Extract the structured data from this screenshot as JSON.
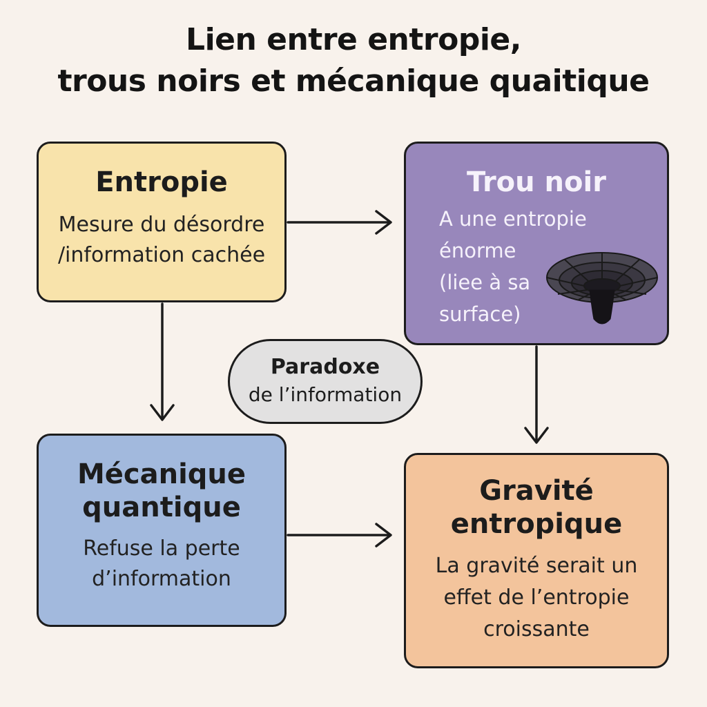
{
  "title": {
    "line1": "Lien entre entropie,",
    "line2": "trous noirs et mécanique quaitique"
  },
  "nodes": {
    "entropie": {
      "heading": "Entropie",
      "desc_line1": "Mesure du désordre",
      "desc_line2": "/information cachée",
      "color": "#f8e3ab"
    },
    "trou_noir": {
      "heading": "Trou noir",
      "desc_line1": "A une entropie",
      "desc_line2": "énorme",
      "desc_line3": "(liee à sa",
      "desc_line4": "surface)",
      "color": "#9887bb",
      "icon": "black-hole-icon"
    },
    "mecanique_quantique": {
      "heading_line1": "Mécanique",
      "heading_line2": "quantique",
      "desc_line1": "Refuse la perte",
      "desc_line2": "d’information",
      "color": "#a2b9dd"
    },
    "gravite_entropique": {
      "heading_line1": "Gravité",
      "heading_line2": "entropique",
      "desc_line1": "La gravité serait un",
      "desc_line2": "effet de l’entropie",
      "desc_line3": "croissante",
      "color": "#f3c49c"
    },
    "paradoxe": {
      "heading": "Paradoxe",
      "desc": "de l’information",
      "color": "#e2e1e1"
    }
  },
  "edges": [
    {
      "from": "Entropie",
      "to": "Trou noir"
    },
    {
      "from": "Entropie",
      "to": "Mécanique quantique"
    },
    {
      "from": "Trou noir",
      "to": "Gravité entropique"
    },
    {
      "from": "Mécanique quantique",
      "to": "Gravité entropique"
    }
  ]
}
